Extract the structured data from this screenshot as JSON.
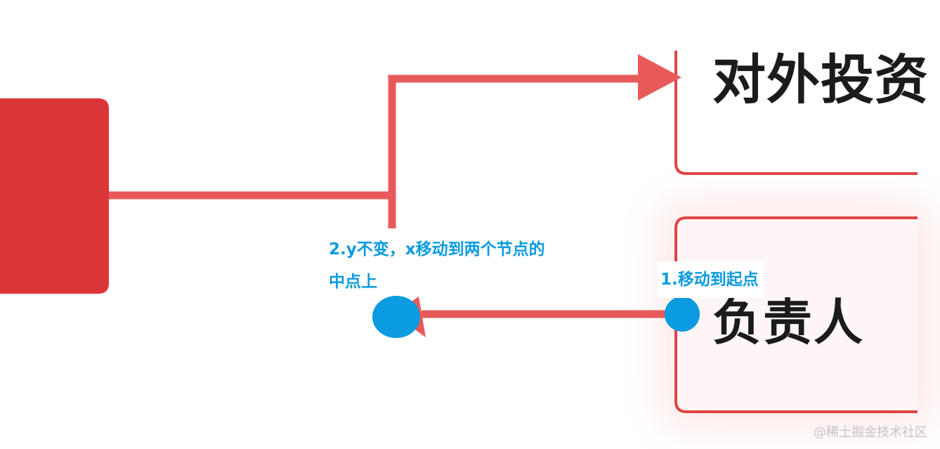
{
  "diagram": {
    "nodes": {
      "top_right": {
        "label": "对外投资"
      },
      "bottom_right": {
        "label": "负责人"
      }
    },
    "annotations": {
      "step_two": "2.y不变，x移动到两个节点的中点上",
      "step_one": "1.移动到起点"
    },
    "colors": {
      "edge": "#e85a5a",
      "node_fill": "#dc3538",
      "node_border": "#e04545",
      "marker": "#0a9be0",
      "text": "#1b1b1b"
    }
  },
  "watermark": "@稀土掘金技术社区"
}
